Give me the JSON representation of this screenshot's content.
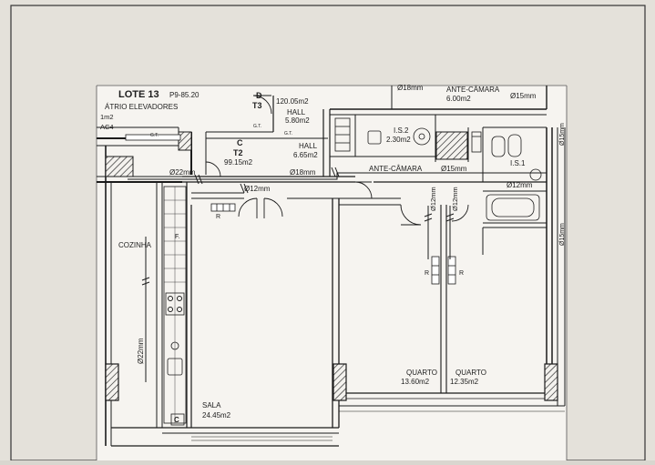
{
  "plan": {
    "lote": "LOTE 13",
    "ref": "P9-85.20",
    "atrio": "ÁTRIO ELEVADORES",
    "atrio_area": "1m2",
    "ac4": "AC4",
    "hall_t3": {
      "letter": "D",
      "code": "T3",
      "area": "120.05m2"
    },
    "hall_small": {
      "name": "HALL",
      "area": "5.80m2"
    },
    "t2": {
      "letter": "C",
      "code": "T2",
      "area": "99.15m2"
    },
    "hall_main": {
      "name": "HALL",
      "area": "6.65m2"
    },
    "is2": {
      "name": "I.S.2",
      "area": "2.30m2"
    },
    "is1": "I.S.1",
    "ante_camara_bottom": "ANTE-CÂMARA",
    "ante_camara_top": {
      "name": "ANTE-CÂMARA",
      "area": "6.00m2"
    },
    "cozinha": "COZINHA",
    "sala": {
      "name": "SALA",
      "area": "24.45m2"
    },
    "quarto1": {
      "name": "QUARTO",
      "area": "13.60m2"
    },
    "quarto2": {
      "name": "QUARTO",
      "area": "12.35m2"
    },
    "pipes": {
      "d22_top": "Ø22mm",
      "d22_side": "Ø22mm",
      "d18": "Ø18mm",
      "d18_top": "Ø18mm",
      "d12_a": "Ø12mm",
      "d12_b": "Ø12mm",
      "d12_c": "Ø12mm",
      "d12_d": "Ø12mm",
      "d15_a": "Ø15mm",
      "d15_b": "Ø15mm",
      "d15_side": "Ø15mm",
      "d15_side2": "Ø15mm"
    },
    "tags": {
      "gt1": "G.T.",
      "gt2": "G.T.",
      "gt3": "G.T.",
      "r1": "R",
      "r2": "R",
      "r3": "R",
      "f": "F.",
      "c": "C"
    }
  }
}
